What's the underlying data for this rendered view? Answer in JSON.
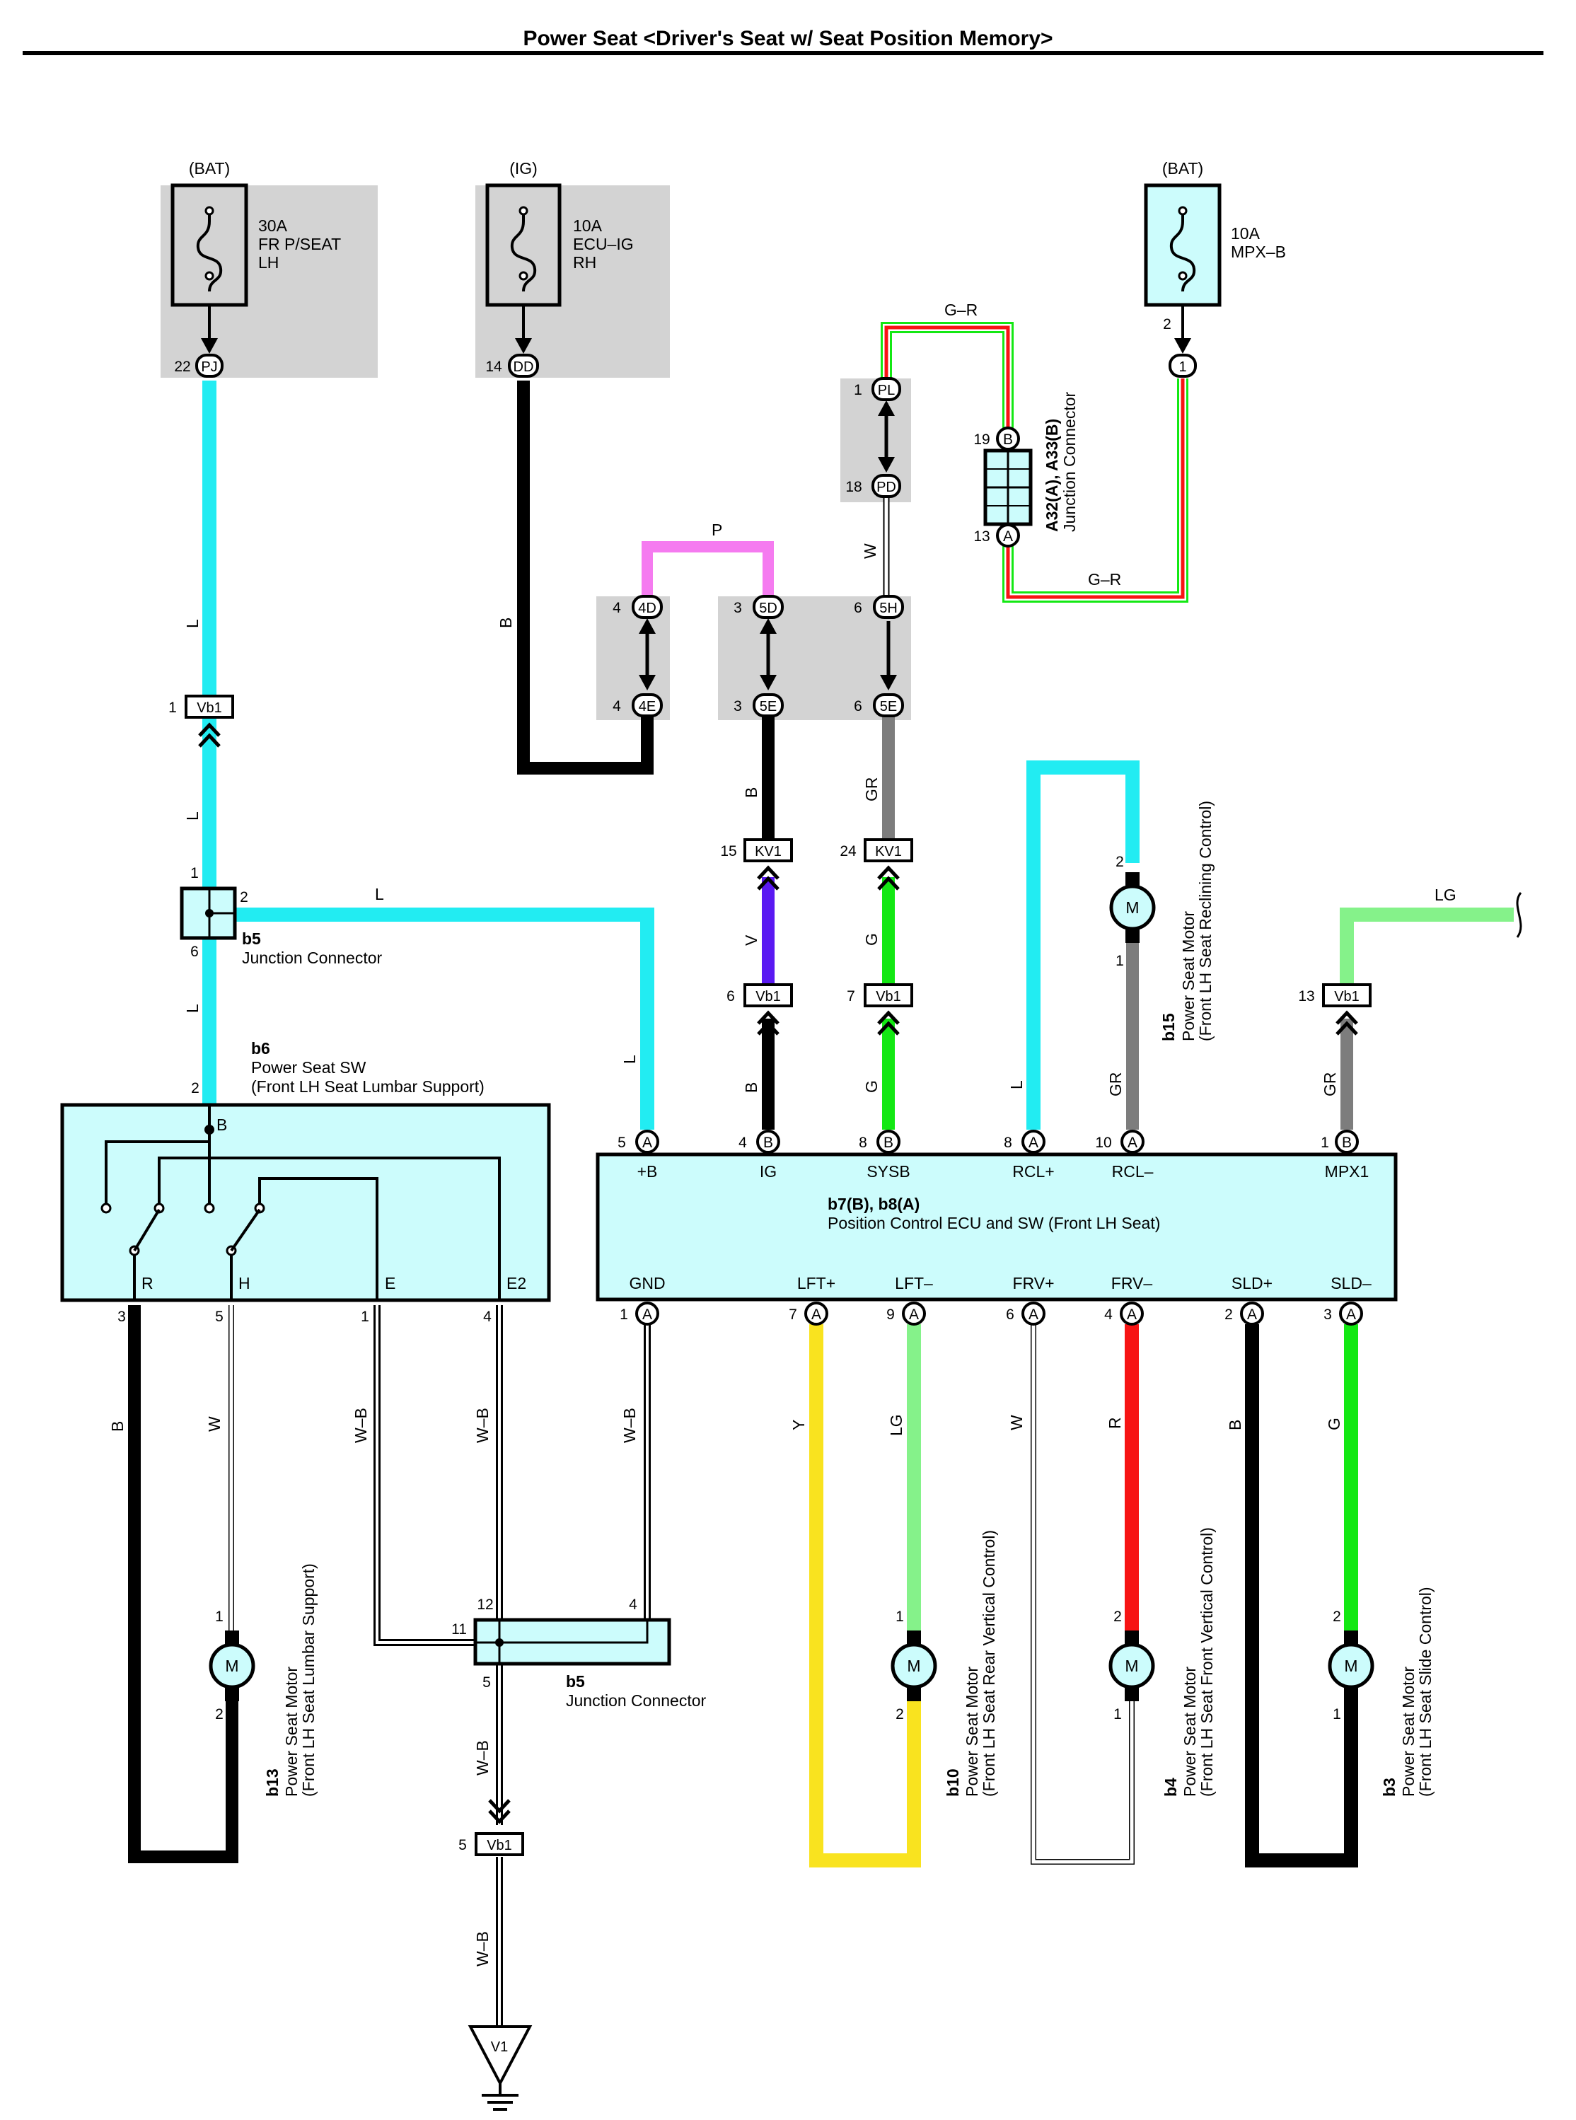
{
  "title": "Power Seat <Driver's Seat w/ Seat Position Memory>",
  "colors": {
    "cyan": "#22ecf2",
    "black": "#000000",
    "pink": "#f57bf0",
    "violet": "#5a19f2",
    "green": "#13e813",
    "light_green": "#85f28a",
    "gray": "#7d7d7d",
    "yellow": "#f9e31f",
    "red": "#f71414",
    "box_fill": "#ccfcfc",
    "shade": "#d3d3d3"
  },
  "fuses": {
    "f1": {
      "source": "(BAT)",
      "l1": "30A",
      "l2": "FR P/SEAT",
      "l3": "LH",
      "pin": "22",
      "conn": "PJ"
    },
    "f2": {
      "source": "(IG)",
      "l1": "10A",
      "l2": "ECU–IG",
      "l3": "RH",
      "pin": "14",
      "conn": "DD"
    },
    "f3": {
      "source": "(BAT)",
      "l1": "10A",
      "l2": "MPX–B",
      "pin": "2",
      "conn": "1"
    }
  },
  "wires": {
    "L": "L",
    "B": "B",
    "P": "P",
    "W": "W",
    "GR": "GR",
    "GR_wire": "G–R",
    "V": "V",
    "G": "G",
    "LG": "LG",
    "WB": "W–B",
    "Y": "Y",
    "R": "R"
  },
  "connectors": {
    "pl": {
      "pin": "1",
      "label": "PL"
    },
    "pd": {
      "pin": "18",
      "label": "PD"
    },
    "d4": {
      "pin": "4",
      "label": "4D"
    },
    "e4": {
      "pin": "4",
      "label": "4E"
    },
    "d5": {
      "pin": "3",
      "label": "5D"
    },
    "e5a": {
      "pin": "3",
      "label": "5E"
    },
    "h5": {
      "pin": "6",
      "label": "5H"
    },
    "e5b": {
      "pin": "6",
      "label": "5E"
    },
    "a32": {
      "pin_b": "19",
      "b": "B",
      "pin_a": "13",
      "a": "A",
      "name": "A32(A), A33(B)",
      "desc": "Junction Connector"
    },
    "vb1_a": {
      "pin": "1",
      "label": "Vb1"
    },
    "kv1_a": {
      "pin": "15",
      "label": "KV1"
    },
    "kv1_b": {
      "pin": "24",
      "label": "KV1"
    },
    "vb1_b": {
      "pin": "6",
      "label": "Vb1"
    },
    "vb1_c": {
      "pin": "7",
      "label": "Vb1"
    },
    "vb1_d": {
      "pin": "13",
      "label": "Vb1"
    },
    "vb1_e": {
      "pin": "5",
      "label": "Vb1"
    },
    "ground": "V1"
  },
  "b5_top": {
    "name": "b5",
    "desc": "Junction Connector",
    "p1": "1",
    "p2": "2",
    "p6": "6"
  },
  "b5_bottom": {
    "name": "b5",
    "desc": "Junction Connector",
    "p12": "12",
    "p4": "4",
    "p11": "11",
    "p5": "5"
  },
  "b6": {
    "name": "b6",
    "desc1": "Power Seat SW",
    "desc2": "(Front LH Seat Lumbar Support)",
    "in_pin": "2",
    "in_term": "B",
    "terms": [
      {
        "term": "R",
        "pin": "3"
      },
      {
        "term": "H",
        "pin": "5"
      },
      {
        "term": "E",
        "pin": "1"
      },
      {
        "term": "E2",
        "pin": "4"
      }
    ]
  },
  "ecu": {
    "name": "b7(B), b8(A)",
    "desc": "Position Control ECU and SW (Front LH Seat)",
    "top_terms": [
      {
        "term": "+B",
        "pin": "5",
        "conn": "A"
      },
      {
        "term": "IG",
        "pin": "4",
        "conn": "B"
      },
      {
        "term": "SYSB",
        "pin": "8",
        "conn": "B"
      },
      {
        "term": "RCL+",
        "pin": "8",
        "conn": "A"
      },
      {
        "term": "RCL–",
        "pin": "10",
        "conn": "A"
      },
      {
        "term": "MPX1",
        "pin": "1",
        "conn": "B"
      }
    ],
    "bottom_terms": [
      {
        "term": "GND",
        "pin": "1",
        "conn": "A"
      },
      {
        "term": "LFT+",
        "pin": "7",
        "conn": "A"
      },
      {
        "term": "LFT–",
        "pin": "9",
        "conn": "A"
      },
      {
        "term": "FRV+",
        "pin": "6",
        "conn": "A"
      },
      {
        "term": "FRV–",
        "pin": "4",
        "conn": "A"
      },
      {
        "term": "SLD+",
        "pin": "2",
        "conn": "A"
      },
      {
        "term": "SLD–",
        "pin": "3",
        "conn": "A"
      }
    ]
  },
  "motors": {
    "b15": {
      "name": "b15",
      "l1": "Power Seat Motor",
      "l2": "(Front LH Seat Reclining Control)",
      "pin_top": "2",
      "pin_bot": "1",
      "m": "M"
    },
    "b13": {
      "name": "b13",
      "l1": "Power Seat Motor",
      "l2": "(Front LH Seat Lumbar Support)",
      "pin_top": "1",
      "pin_bot": "2",
      "m": "M"
    },
    "b10": {
      "name": "b10",
      "l1": "Power Seat Motor",
      "l2": "(Front LH Seat Rear Vertical Control)",
      "pin_top": "1",
      "pin_bot": "2",
      "m": "M"
    },
    "b4": {
      "name": "b4",
      "l1": "Power Seat Motor",
      "l2": "(Front LH Seat Front Vertical Control)",
      "pin_top": "2",
      "pin_bot": "1",
      "m": "M"
    },
    "b3": {
      "name": "b3",
      "l1": "Power Seat Motor",
      "l2": "(Front LH Seat Slide Control)",
      "pin_top": "2",
      "pin_bot": "1",
      "m": "M"
    }
  }
}
